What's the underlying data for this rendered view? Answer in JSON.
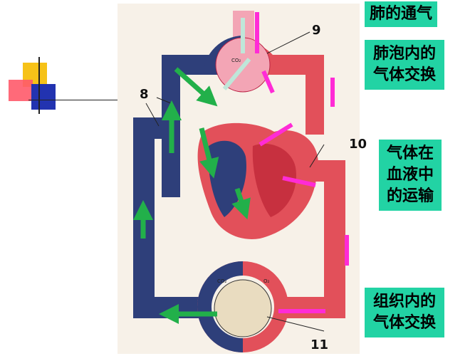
{
  "labels": {
    "lung_ventilation": "肺的通气",
    "alveolar_exchange": "肺泡内的\n气体交换",
    "blood_transport": "气体在\n血液中\n的运输",
    "tissue_exchange": "组织内的\n气体交换"
  },
  "numbers": {
    "n8": "8",
    "n9": "9",
    "n10": "10",
    "n11": "11"
  },
  "gas": {
    "co2_top": "CO₂",
    "co2_bottom": "CO₂",
    "o2_bottom": "O₂"
  },
  "colors": {
    "label_bg": "#22d3a4",
    "vein_blue": "#2e3f7a",
    "artery_red": "#e2505a",
    "green_arrow": "#22b04a",
    "magenta_arrow": "#ff2bd6"
  }
}
